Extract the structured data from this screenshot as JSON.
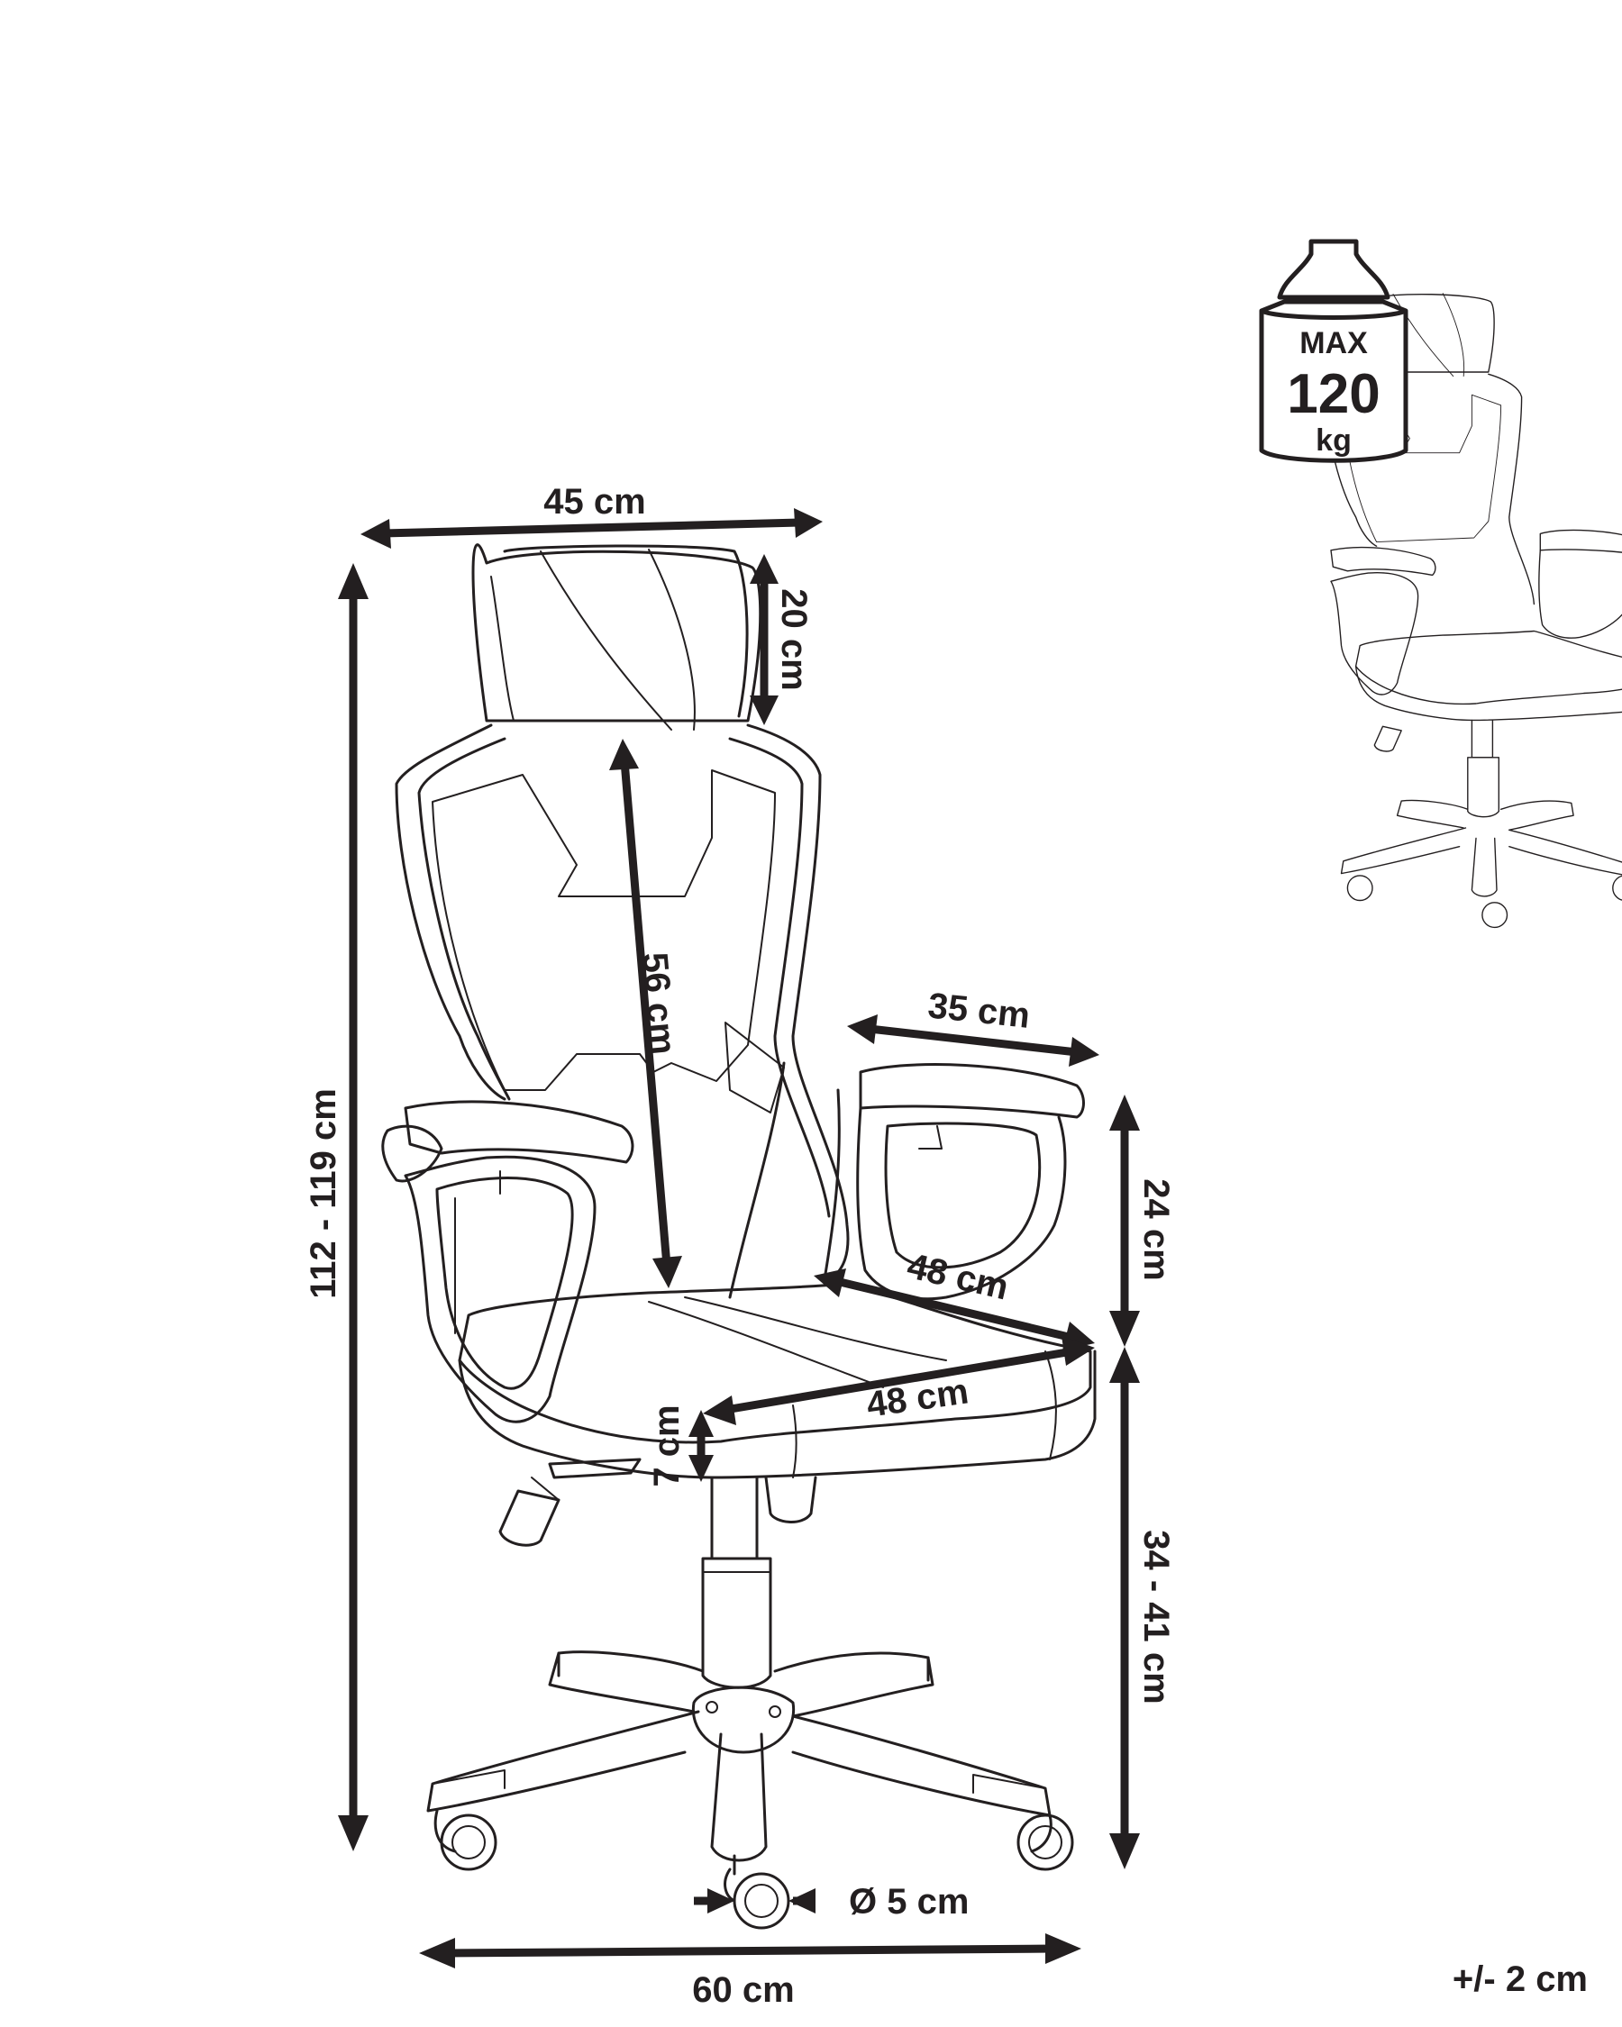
{
  "dimensions": {
    "headrest_width": "45 cm",
    "headrest_height": "20 cm",
    "total_height": "112 - 119 cm",
    "backrest_height": "56 cm",
    "armrest_length": "35 cm",
    "armrest_height": "24 cm",
    "seat_depth": "48 cm",
    "seat_width": "48 cm",
    "seat_thickness": "7 cm",
    "seat_height": "34 - 41 cm",
    "wheel_diameter": "Ø 5 cm",
    "base_width": "60 cm"
  },
  "tolerance": "+/- 2 cm",
  "load_badge": {
    "title": "MAX",
    "value": "120",
    "unit": "kg"
  },
  "colors": {
    "ink": "#231f20",
    "background": "#ffffff"
  }
}
